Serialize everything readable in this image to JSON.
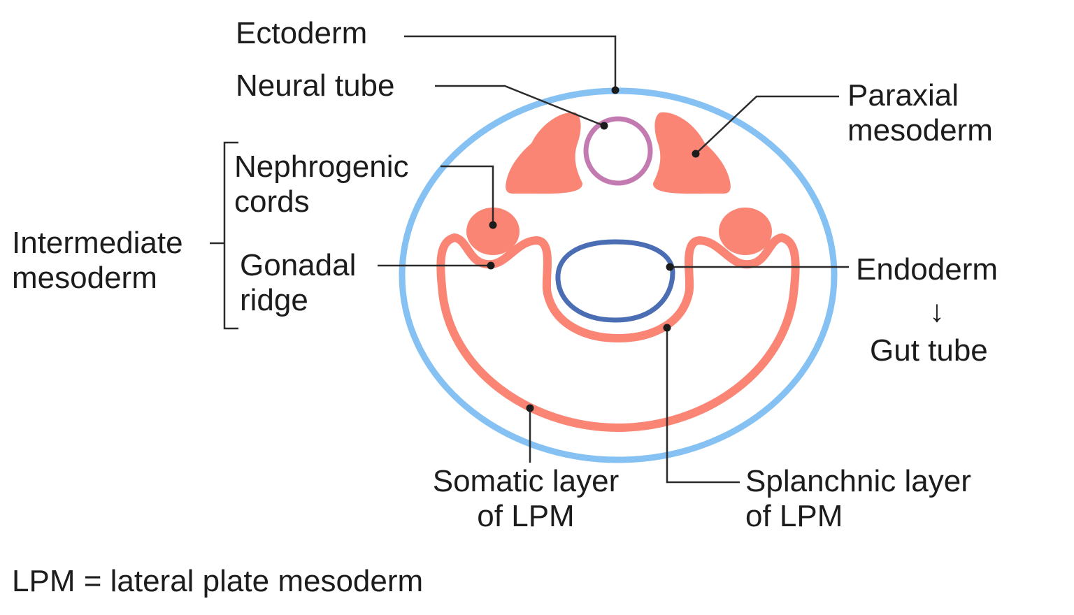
{
  "colors": {
    "ectoderm": "#85c1f2",
    "mesoderm": "#fb8574",
    "neural_tube": "#c27ab0",
    "endoderm": "#4a6db3",
    "text": "#1c1c1c",
    "leader": "#2b2b2b"
  },
  "labels": {
    "ectoderm": "Ectoderm",
    "neural_tube": "Neural tube",
    "paraxial_line1": "Paraxial",
    "paraxial_line2": "mesoderm",
    "nephrogenic_line1": "Nephrogenic",
    "nephrogenic_line2": "cords",
    "intermediate_line1": "Intermediate",
    "intermediate_line2": "mesoderm",
    "gonadal_line1": "Gonadal",
    "gonadal_line2": "ridge",
    "endoderm": "Endoderm",
    "arrow": "↓",
    "gut_tube": "Gut tube",
    "somatic_line1": "Somatic layer",
    "somatic_line2": "of LPM",
    "splanchnic_line1": "Splanchnic layer",
    "splanchnic_line2": "of LPM",
    "footnote": "LPM = lateral plate mesoderm"
  }
}
